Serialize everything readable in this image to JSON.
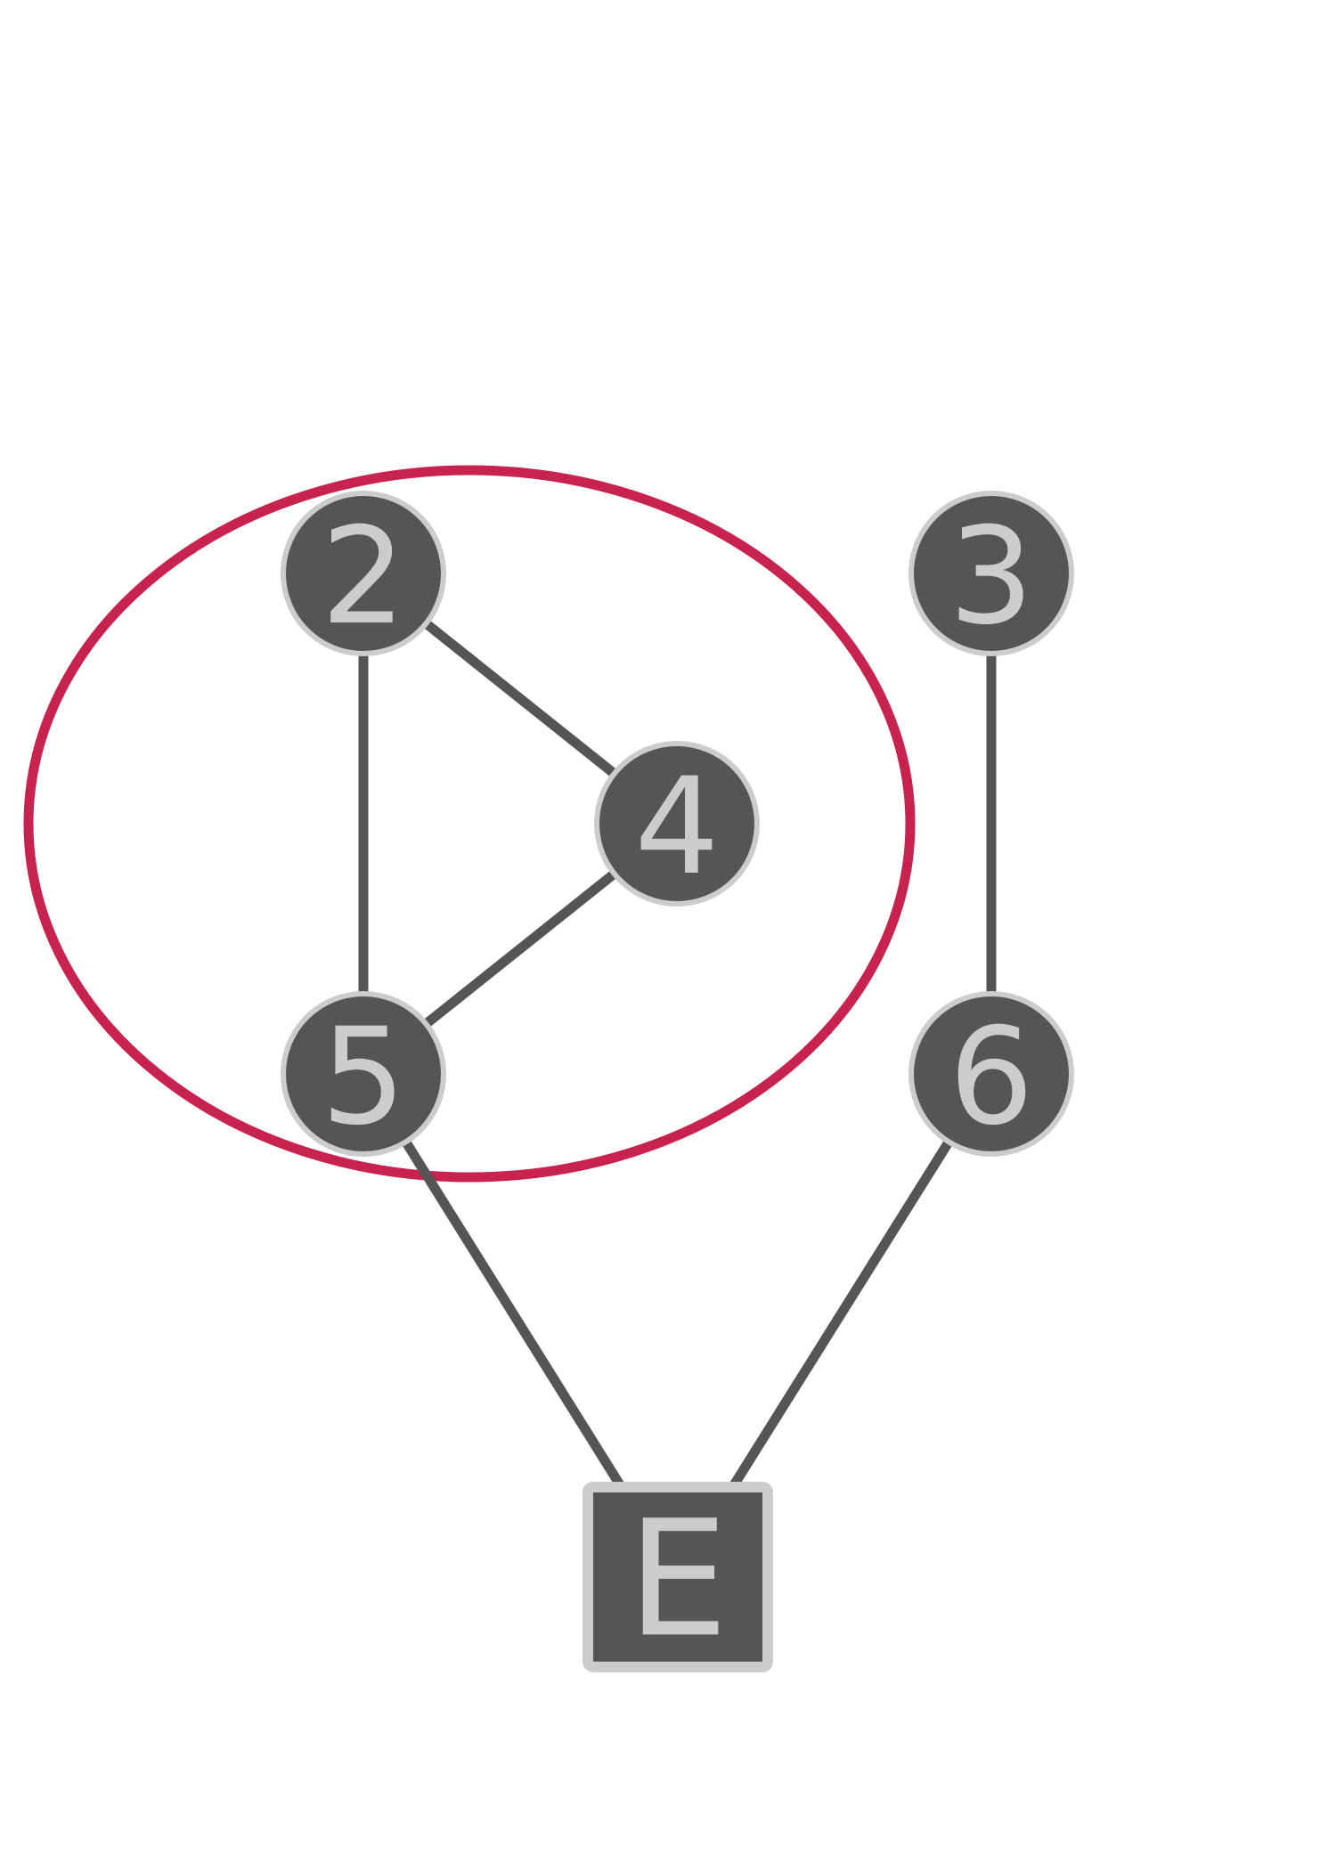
{
  "diagram": {
    "nodes": [
      {
        "id": "2",
        "label": "2",
        "shape": "circle"
      },
      {
        "id": "3",
        "label": "3",
        "shape": "circle"
      },
      {
        "id": "4",
        "label": "4",
        "shape": "circle"
      },
      {
        "id": "5",
        "label": "5",
        "shape": "circle"
      },
      {
        "id": "6",
        "label": "6",
        "shape": "circle"
      },
      {
        "id": "E",
        "label": "E",
        "shape": "square"
      }
    ],
    "edges": [
      {
        "from": "2",
        "to": "4"
      },
      {
        "from": "2",
        "to": "5"
      },
      {
        "from": "4",
        "to": "5"
      },
      {
        "from": "3",
        "to": "6"
      },
      {
        "from": "5",
        "to": "E"
      },
      {
        "from": "6",
        "to": "E"
      }
    ],
    "group": {
      "members": [
        "2",
        "4",
        "5"
      ],
      "color": "#c8224f"
    },
    "colors": {
      "node_fill": "#555555",
      "node_stroke": "#cccccc",
      "label": "#cccccc",
      "edge": "#555555"
    }
  }
}
